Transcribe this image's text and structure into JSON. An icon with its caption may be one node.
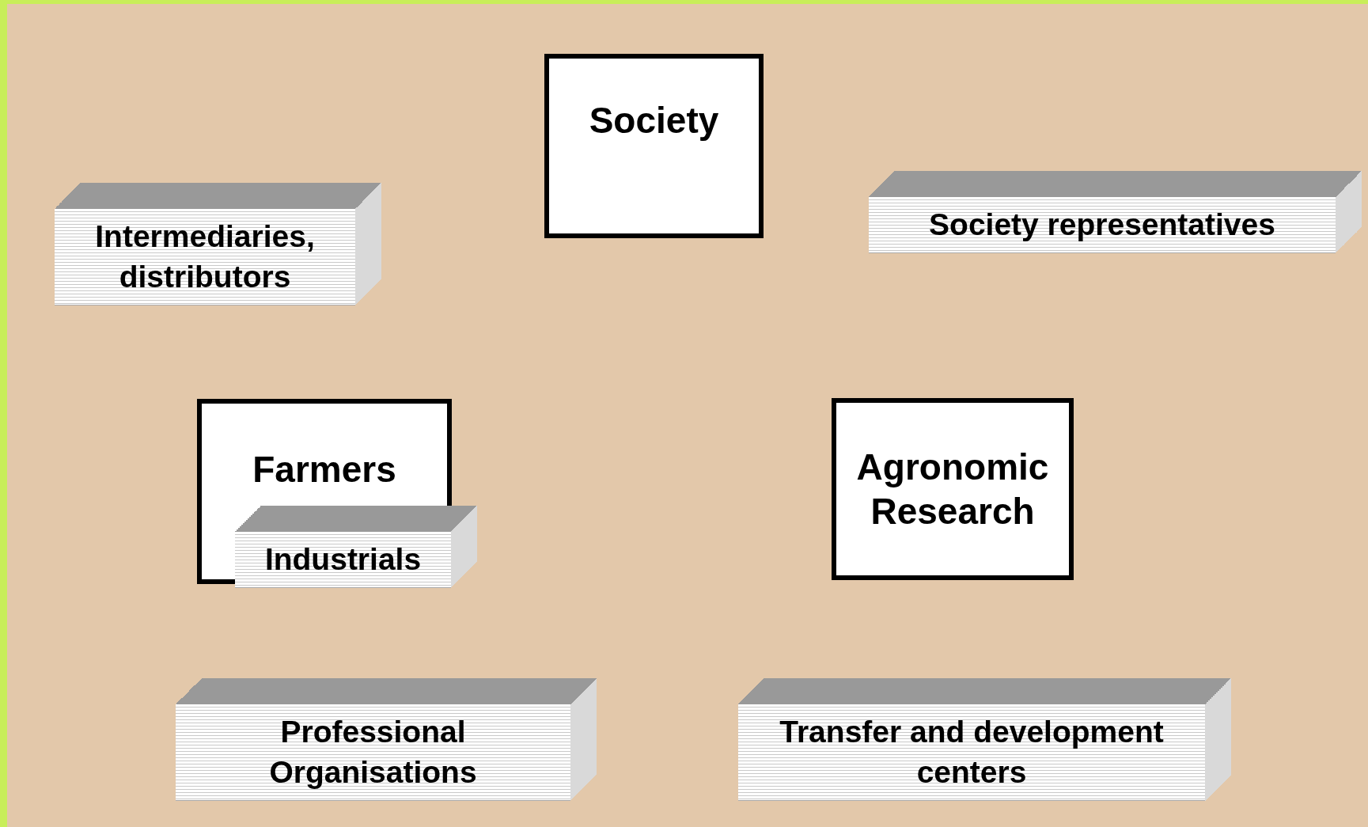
{
  "diagram": {
    "nodes": [
      {
        "text": [
          "Society"
        ]
      },
      {
        "text": [
          "Intermediaries, distributors"
        ]
      },
      {
        "text": [
          "Society representatives"
        ]
      },
      {
        "text": [
          "Farmers"
        ]
      },
      {
        "text": [
          "Industrials"
        ],
        "in": 3
      },
      {
        "text": [
          "Agronomic Research"
        ]
      },
      {
        "text": [
          "Professional Organisations"
        ]
      },
      {
        "text": [
          "Transfer and development centers"
        ]
      }
    ]
  }
}
